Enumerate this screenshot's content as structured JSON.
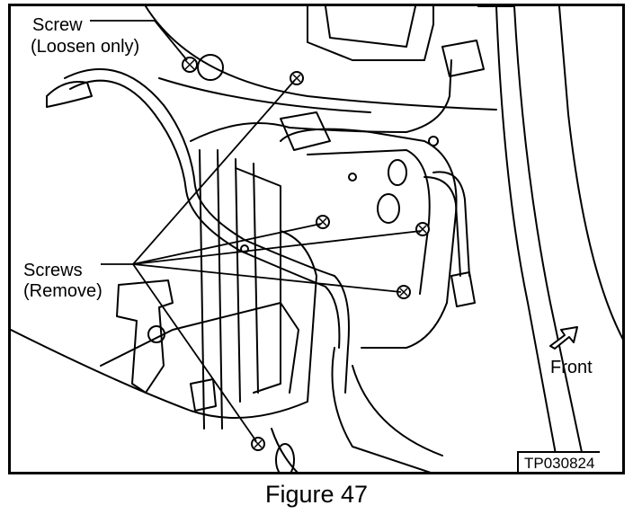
{
  "callouts": {
    "screw_loosen_title": "Screw",
    "screw_loosen_note": "(Loosen only)",
    "screws_remove_title": "Screws",
    "screws_remove_note": "(Remove)",
    "front": "Front"
  },
  "reference_code": "TP030824",
  "caption": "Figure 47",
  "icons": [
    "screw-icon",
    "front-arrow-icon"
  ],
  "colors": {
    "line": "#000000",
    "background": "#ffffff"
  }
}
